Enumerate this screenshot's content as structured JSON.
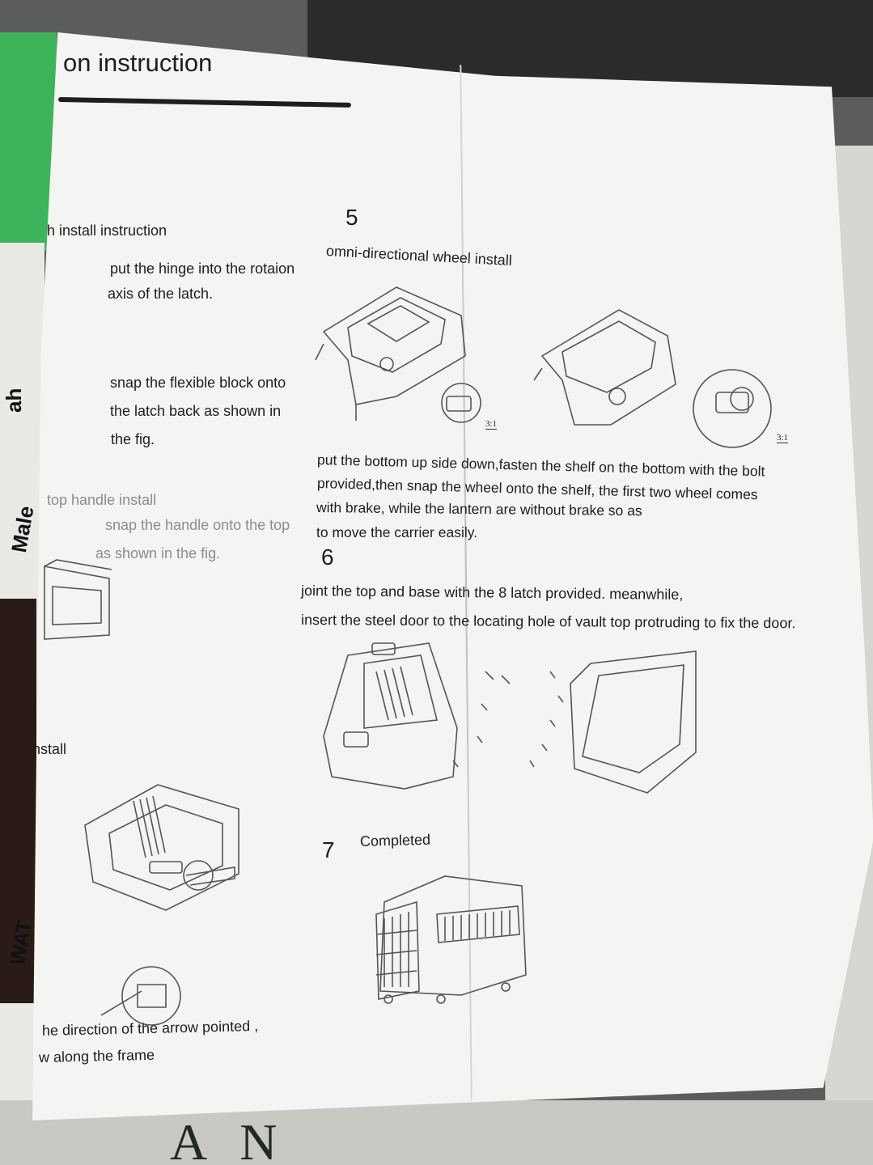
{
  "sheet": {
    "title": "on instruction",
    "left": {
      "section_latch": "h install instruction",
      "latch_step1_line1": "put the hinge into the rotaion",
      "latch_step1_line2": "axis of the latch.",
      "latch_step2_line1": "snap the flexible block onto",
      "latch_step2_line2": "the latch back as shown in",
      "latch_step2_line3": "the fig.",
      "section_handle": "top handle install",
      "handle_line1": "snap the handle onto the top",
      "handle_line2": "as shown in the fig.",
      "section_install": "nstall",
      "arrow_line1": "he direction of the arrow pointed ,",
      "arrow_line2": "w along the frame"
    },
    "step5": {
      "number": "5",
      "heading": "omni-directional wheel install",
      "scale1": "3:1",
      "scale2": "3:1",
      "para_line1": "put the bottom up side down,fasten the shelf on the bottom with the bolt",
      "para_line2": "provided,then snap the wheel onto the shelf, the first two wheel comes",
      "para_line3": "with brake, while the lantern are without brake so as",
      "para_line4": "to move the carrier easily."
    },
    "step6": {
      "number": "6",
      "line1": "joint the top and base with the 8 latch provided. meanwhile,",
      "line2": "insert the steel door to the locating hole of vault top protruding to fix the door."
    },
    "step7": {
      "number": "7",
      "label": "Completed"
    }
  },
  "background": {
    "label_left1": "ah",
    "label_left2": "Male",
    "label_left3": "WAT",
    "label_bottom": "AN"
  }
}
